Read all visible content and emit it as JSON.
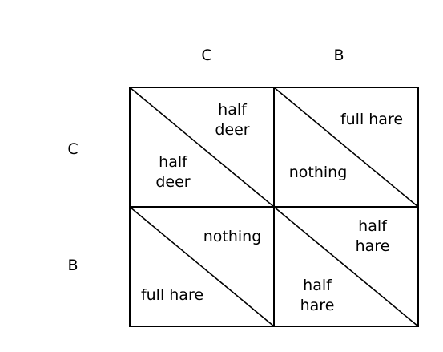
{
  "column_headers": [
    "C",
    "B"
  ],
  "row_headers": [
    "C",
    "B"
  ],
  "cells": [
    [
      {
        "upper": [
          "half",
          "deer"
        ],
        "lower": [
          "half",
          "deer"
        ]
      },
      {
        "upper": [
          "full hare"
        ],
        "lower": [
          "nothing"
        ]
      }
    ],
    [
      {
        "upper": [
          "nothing"
        ],
        "lower": [
          "full hare"
        ]
      },
      {
        "upper": [
          "half",
          "hare"
        ],
        "lower": [
          "half",
          "hare"
        ]
      }
    ]
  ]
}
